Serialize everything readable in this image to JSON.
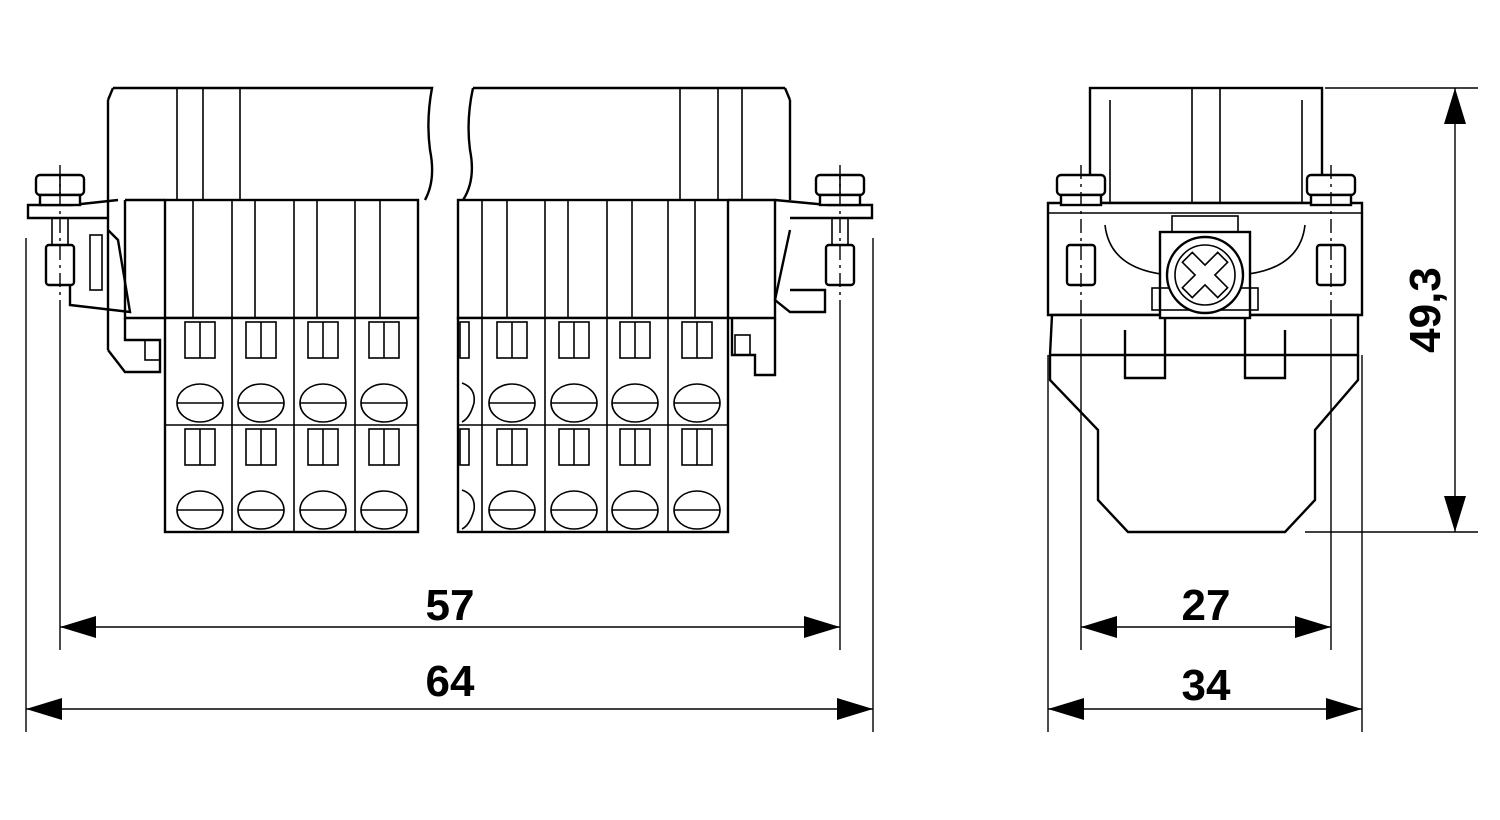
{
  "dimensions": {
    "front_inner_width": "57",
    "front_outer_width": "64",
    "side_inner_width": "27",
    "side_outer_width": "34",
    "side_height": "49,3"
  }
}
